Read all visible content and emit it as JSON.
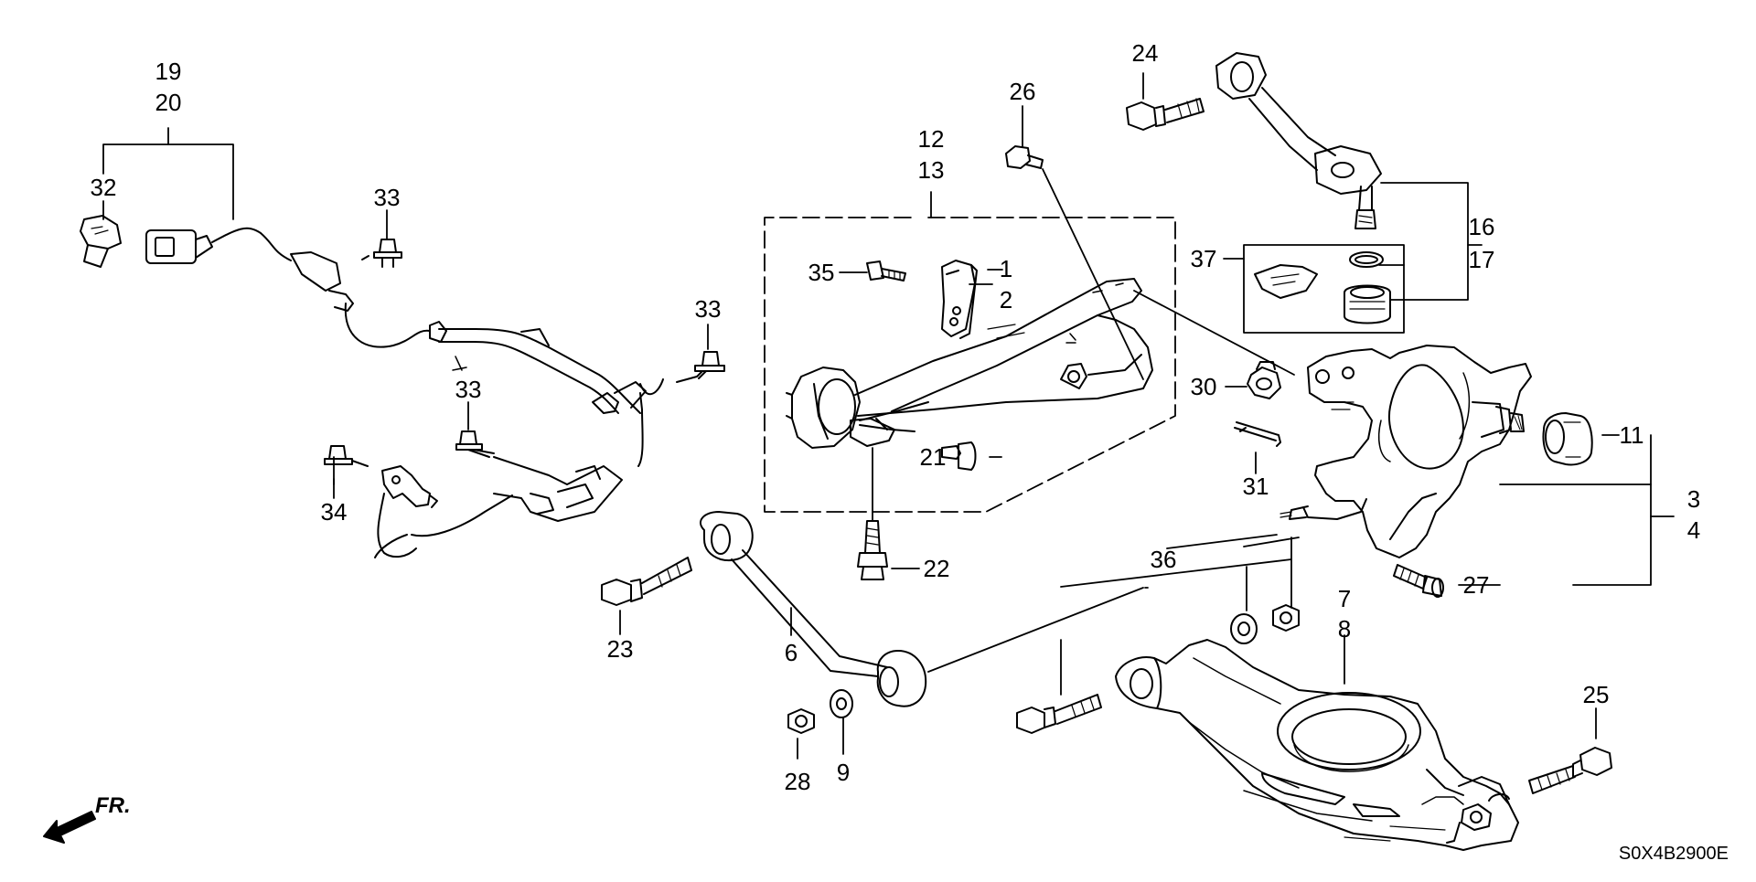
{
  "diagram_code": "S0X4B2900E",
  "direction_label": "FR.",
  "callouts": {
    "c1": "1",
    "c2": "2",
    "c3": "3",
    "c4": "4",
    "c6": "6",
    "c7": "7",
    "c8": "8",
    "c9": "9",
    "c11": "11",
    "c12": "12",
    "c13": "13",
    "c16": "16",
    "c17": "17",
    "c19": "19",
    "c20": "20",
    "c21": "21",
    "c22": "22",
    "c23": "23",
    "c24": "24",
    "c25": "25",
    "c26": "26",
    "c27": "27",
    "c28": "28",
    "c30": "30",
    "c31": "31",
    "c32": "32",
    "c33a": "33",
    "c33b": "33",
    "c33c": "33",
    "c34": "34",
    "c35": "35",
    "c36": "36",
    "c37": "37"
  }
}
